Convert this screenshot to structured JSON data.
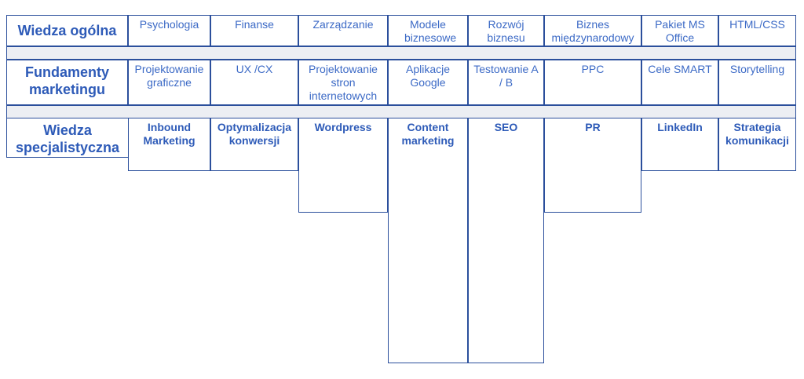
{
  "rows": {
    "general": {
      "label": "Wiedza ogólna",
      "items": [
        "Psychologia",
        "Finanse",
        "Zarządzanie",
        "Modele biznesowe",
        "Rozwój biznesu",
        "Biznes międzynarodowy",
        "Pakiet MS Office",
        "HTML/CSS"
      ]
    },
    "fundamentals": {
      "label": "Fundamenty marketingu",
      "items": [
        "Projektowanie graficzne",
        "UX /CX",
        "Projektowanie stron internetowych",
        "Aplikacje Google",
        "Testowanie A / B",
        "PPC",
        "Cele SMART",
        "Storytelling"
      ]
    },
    "specialist": {
      "label": "Wiedza specjalistyczna",
      "items": [
        "Inbound Marketing",
        "Optymalizacja konwersji",
        "Wordpress",
        "Content marketing",
        "SEO",
        "PR",
        "LinkedIn",
        "Strategia komunikacji"
      ]
    }
  },
  "colors": {
    "border": "#2b4f9c",
    "text": "#3c6ac6",
    "strip": "#eceef3"
  }
}
